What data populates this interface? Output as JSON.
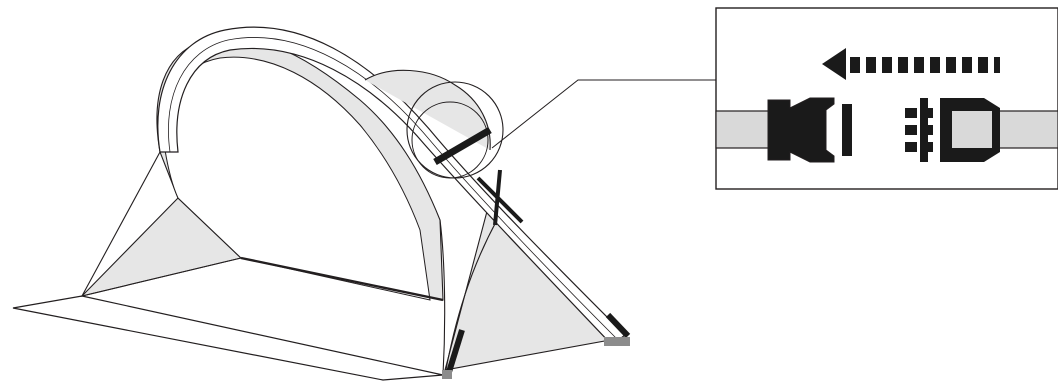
{
  "illustration": {
    "subject": "beach-shelter-buckle-assembly",
    "colors": {
      "outline": "#231f20",
      "panel_fill": "#e6e6e6",
      "strap": "#1a1a1a",
      "peg": "#8c8c8c",
      "background": "#ffffff"
    }
  },
  "detail_inset": {
    "arrow_direction": "left",
    "parts": [
      "buckle-female",
      "buckle-male",
      "webbing-strap"
    ]
  }
}
